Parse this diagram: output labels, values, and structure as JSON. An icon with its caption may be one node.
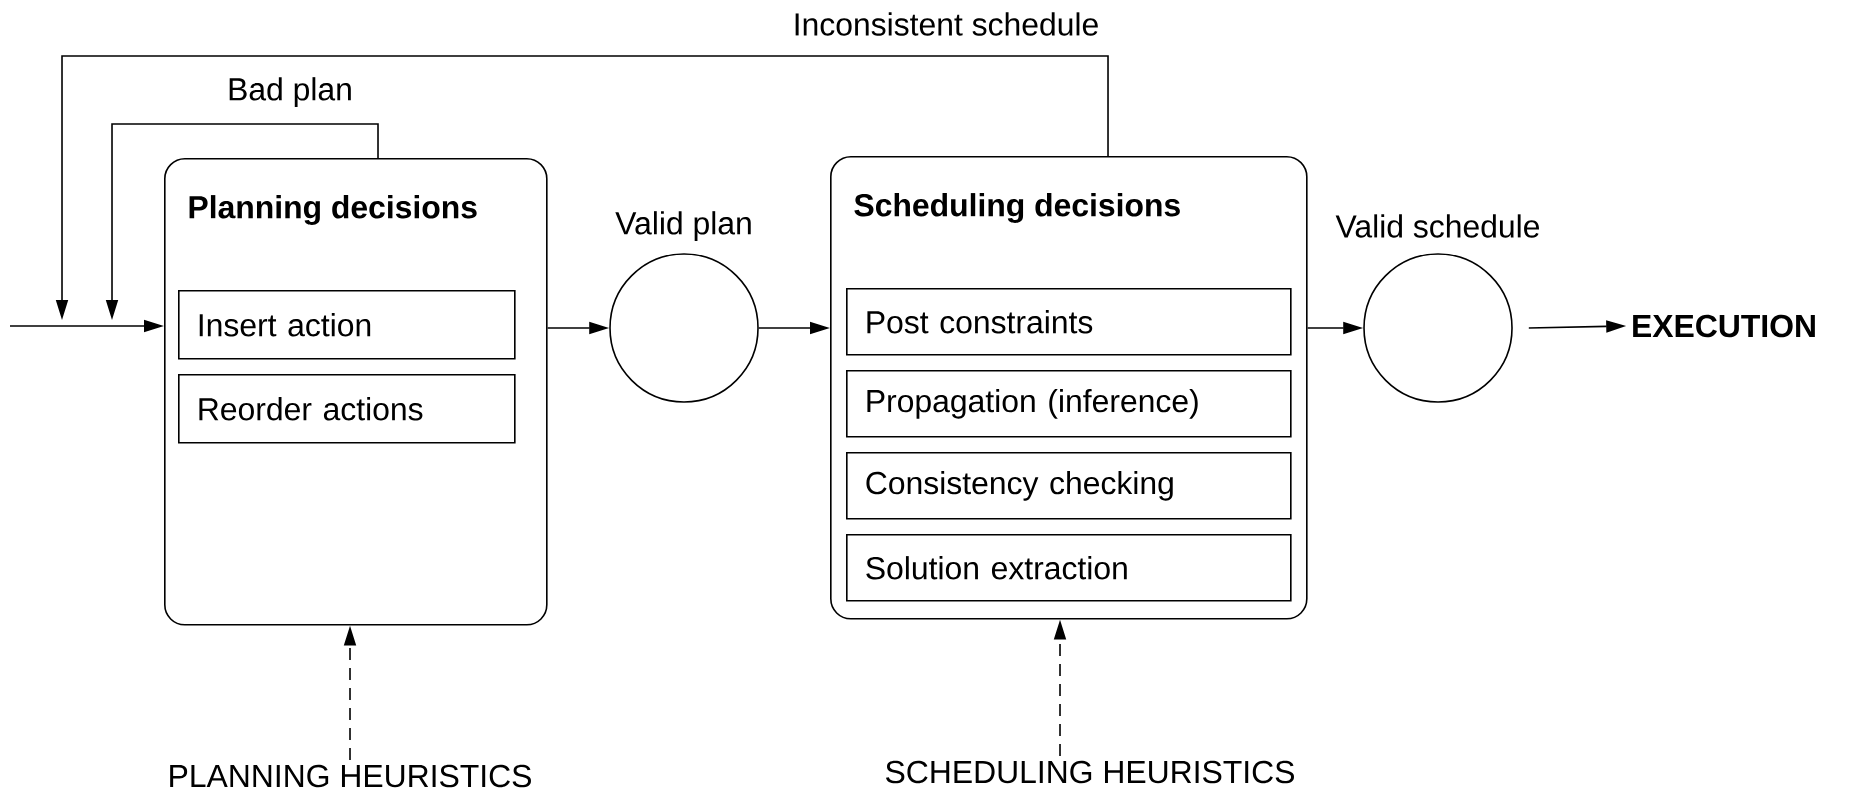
{
  "diagram": {
    "nodes": [
      {
        "text": [
          "Planning decisions"
        ]
      },
      {
        "text": [
          "Insert action"
        ],
        "in": 0
      },
      {
        "text": [
          "Reorder actions"
        ],
        "in": 0
      },
      {
        "text": [],
        "shape": "circle",
        "beside": [
          "Valid plan"
        ]
      },
      {
        "text": [
          "Scheduling decisions"
        ]
      },
      {
        "text": [
          "Post constraints"
        ],
        "in": 4
      },
      {
        "text": [
          "Propagation (inference)"
        ],
        "in": 4
      },
      {
        "text": [
          "Consistency checking"
        ],
        "in": 4
      },
      {
        "text": [
          "Solution extraction"
        ],
        "in": 4
      },
      {
        "text": [],
        "shape": "circle",
        "beside": [
          "Valid schedule"
        ]
      },
      {
        "text": [
          "EXECUTION"
        ]
      },
      {
        "text": [
          "PLANNING HEURISTICS"
        ]
      },
      {
        "text": [
          "SCHEDULING HEURISTICS"
        ]
      }
    ],
    "edges": [
      {
        "from": null,
        "to": 0,
        "arrow": "to"
      },
      {
        "from": 0,
        "to": null,
        "arrow": "to",
        "label": "Bad plan"
      },
      {
        "from": 4,
        "to": null,
        "arrow": "to",
        "label": "Inconsistent schedule"
      },
      {
        "from": 0,
        "to": 3,
        "arrow": "to"
      },
      {
        "from": 3,
        "to": 4,
        "arrow": "to"
      },
      {
        "from": 4,
        "to": 9,
        "arrow": "to"
      },
      {
        "from": 9,
        "to": 10,
        "arrow": "to"
      },
      {
        "from": 11,
        "to": 0,
        "arrow": "to",
        "style": "dashed"
      },
      {
        "from": 12,
        "to": 4,
        "arrow": "to",
        "style": "dashed"
      }
    ]
  }
}
